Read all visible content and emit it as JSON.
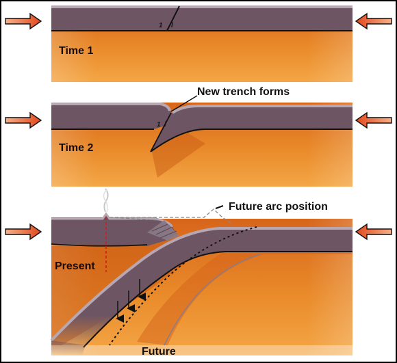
{
  "panels": [
    {
      "label": "Time 1"
    },
    {
      "label": "Time 2",
      "annotation": "New trench forms"
    },
    {
      "label": "Present",
      "annotation": "Future arc position",
      "bottom_label": "Future"
    }
  ]
}
